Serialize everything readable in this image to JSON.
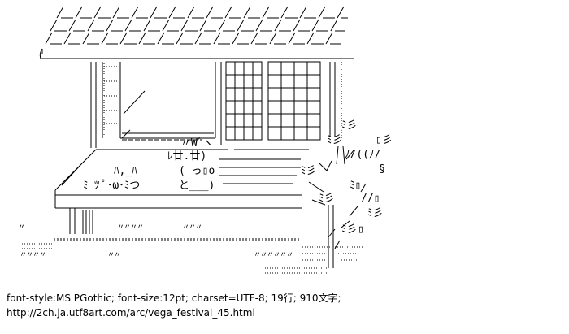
{
  "art": {
    "ww_text": "〃Wﾞヽ",
    "cat_face_left": "ﾚ廿.廿)",
    "cat_paw_left": "( っ▯o",
    "cat_bottom_left": "と___)",
    "small_cat_face": "ﾊ,_ﾊ",
    "small_cat_body": "ﾂ ﾟ･ω･ﾐつ",
    "small_cat_tail": "ﾐ",
    "plant_marks": [
      "ﾐ彡",
      "ﾐ彡",
      "▯彡",
      "ﾉ/((ﾉ/",
      "ﾐ彡",
      "§",
      "ﾐ▯",
      "ﾐ彡",
      "//▯",
      "ﾐ彡",
      "ﾐ彡",
      "▯"
    ],
    "grass_marks": [
      "〃",
      "〃〃〃〃",
      "〃〃〃",
      "〃〃〃〃",
      "〃〃〃〃〃〃",
      "〃〃"
    ]
  },
  "caption": {
    "meta": "font-style:MS PGothic; font-size:12pt; charset=UTF-8; 19行; 910文字;",
    "url": "http://2ch.ja.utf8art.com/arc/vega_festival_45.html"
  }
}
